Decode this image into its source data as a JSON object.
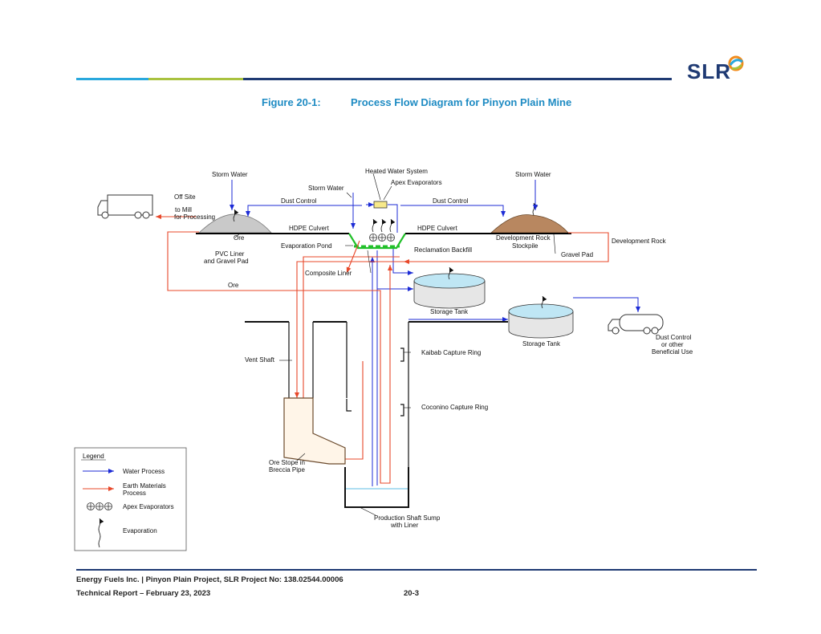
{
  "header": {
    "logo_text": "SLR",
    "figure_number": "Figure 20-1:",
    "figure_title": "Process Flow Diagram for Pinyon Plain Mine",
    "colors": {
      "accent_blue": "#1e8bc3",
      "navy": "#1f3a73",
      "lime": "#a9c23f",
      "cyan": "#29a8dd"
    }
  },
  "diagram": {
    "labels": {
      "storm_water_left": "Storm Water",
      "storm_water_center": "Storm Water",
      "storm_water_right": "Storm Water",
      "heated_water": "Heated Water System",
      "apex_evaporators": "Apex Evaporators",
      "dust_control_left": "Dust Control",
      "dust_control_right": "Dust Control",
      "off_site": "Off Site",
      "to_mill": "to Mill",
      "for_processing": "for Processing",
      "hdpe_culvert_left": "HDPE Culvert",
      "hdpe_culvert_right": "HDPE Culvert",
      "ore_pile": "Ore",
      "evaporation_pond": "Evaporation Pond",
      "pvc_liner_1": "PVC Liner",
      "pvc_liner_2": "and Gravel Pad",
      "development_rock_stockpile_1": "Development Rock",
      "development_rock_stockpile_2": "Stockpile",
      "gravel_pad": "Gravel Pad",
      "development_rock": "Development Rock",
      "reclamation_backfill": "Reclamation Backfill",
      "composite_liner": "Composite Liner",
      "ore_line": "Ore",
      "storage_tank_1": "Storage Tank",
      "storage_tank_2": "Storage Tank",
      "dust_control_use_1": "Dust Control",
      "dust_control_use_2": "or other",
      "dust_control_use_3": "Beneficial Use",
      "vent_shaft": "Vent Shaft",
      "kaibab": "Kaibab Capture Ring",
      "coconino": "Coconino Capture Ring",
      "ore_stope_1": "Ore Stope in",
      "ore_stope_2": "Breccia Pipe",
      "sump_1": "Production Shaft Sump",
      "sump_2": "with Liner"
    },
    "legend": {
      "title": "Legend",
      "water_process": "Water Process",
      "earth_1": "Earth Materials",
      "earth_2": "Process",
      "apex": "Apex Evaporators",
      "evaporation": "Evaporation"
    },
    "colors": {
      "water": "#1c2bd6",
      "earth": "#e8482a",
      "liner_green": "#22c02a"
    }
  },
  "footer": {
    "line1": "Energy Fuels Inc. | Pinyon Plain Project, SLR Project No:  138.02544.00006",
    "line2": "Technical Report – February 23, 2023",
    "page": "20-3"
  }
}
